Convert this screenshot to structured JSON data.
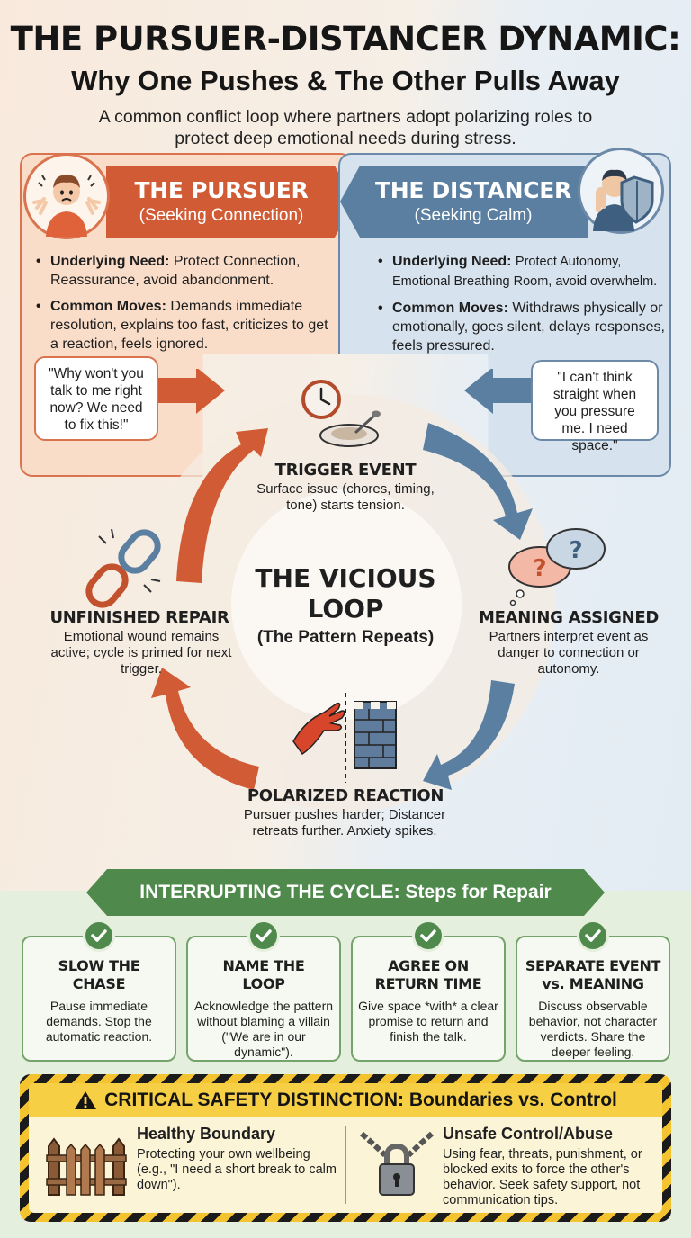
{
  "header": {
    "title": "THE PURSUER-DISTANCER DYNAMIC:",
    "subtitle": "Why One Pushes & The Other Pulls Away",
    "intro": "A common conflict loop where partners adopt polarizing roles to protect deep emotional needs during stress."
  },
  "pursuer": {
    "name": "THE PURSUER",
    "sub": "(Seeking Connection)",
    "need_label": "Underlying Need:",
    "need_text": "Protect Connection, Reassurance, avoid abandonment.",
    "moves_label": "Common Moves:",
    "moves_text": "Demands immediate resolution, explains too fast, criticizes to get a reaction, feels ignored.",
    "quote": "\"Why won't you talk to me right now? We need to fix this!\""
  },
  "distancer": {
    "name": "THE DISTANCER",
    "sub": "(Seeking Calm)",
    "need_label": "Underlying Need:",
    "need_text": "Protect Autonomy, Emotional Breathing Room, avoid overwhelm.",
    "moves_label": "Common Moves:",
    "moves_text": "Withdraws physically or emotionally, goes silent, delays responses, feels pressured.",
    "quote": "\"I can't think straight when you pressure me. I need space.\""
  },
  "loop": {
    "title_line1": "THE VICIOUS",
    "title_line2": "LOOP",
    "sub": "(The Pattern Repeats)",
    "stages": {
      "trigger": {
        "title": "TRIGGER EVENT",
        "desc": "Surface issue (chores, timing, tone) starts tension."
      },
      "meaning": {
        "title": "MEANING ASSIGNED",
        "desc": "Partners interpret event as danger to connection or autonomy."
      },
      "polarized": {
        "title": "POLARIZED REACTION",
        "desc": "Pursuer pushes harder; Distancer retreats further. Anxiety spikes."
      },
      "unfinished": {
        "title": "UNFINISHED REPAIR",
        "desc": "Emotional wound remains active; cycle is primed for next trigger."
      }
    }
  },
  "repair": {
    "banner": "INTERRUPTING THE CYCLE: Steps for Repair",
    "steps": [
      {
        "title1": "SLOW THE",
        "title2": "CHASE",
        "desc": "Pause immediate demands. Stop the automatic reaction."
      },
      {
        "title1": "NAME THE",
        "title2": "LOOP",
        "desc": "Acknowledge the pattern without blaming a villain (\"We are in our dynamic\")."
      },
      {
        "title1": "AGREE ON",
        "title2": "RETURN TIME",
        "desc": "Give space *with* a clear promise to return and finish the talk."
      },
      {
        "title1": "SEPARATE EVENT",
        "title2": "vs. MEANING",
        "desc": "Discuss observable behavior, not character verdicts. Share the deeper feeling."
      }
    ]
  },
  "safety": {
    "heading": "CRITICAL SAFETY DISTINCTION: Boundaries vs. Control",
    "healthy_title": "Healthy Boundary",
    "healthy_desc": "Protecting your own wellbeing (e.g., \"I need a short break to calm down\").",
    "unsafe_title": "Unsafe Control/Abuse",
    "unsafe_desc": "Using fear, threats, punishment, or blocked exits to force the other's behavior. Seek safety support, not communication tips."
  },
  "colors": {
    "pursuer": "#d15b34",
    "distancer": "#5b7fa1",
    "repair": "#4f8a4c",
    "warning": "#f4c430"
  }
}
